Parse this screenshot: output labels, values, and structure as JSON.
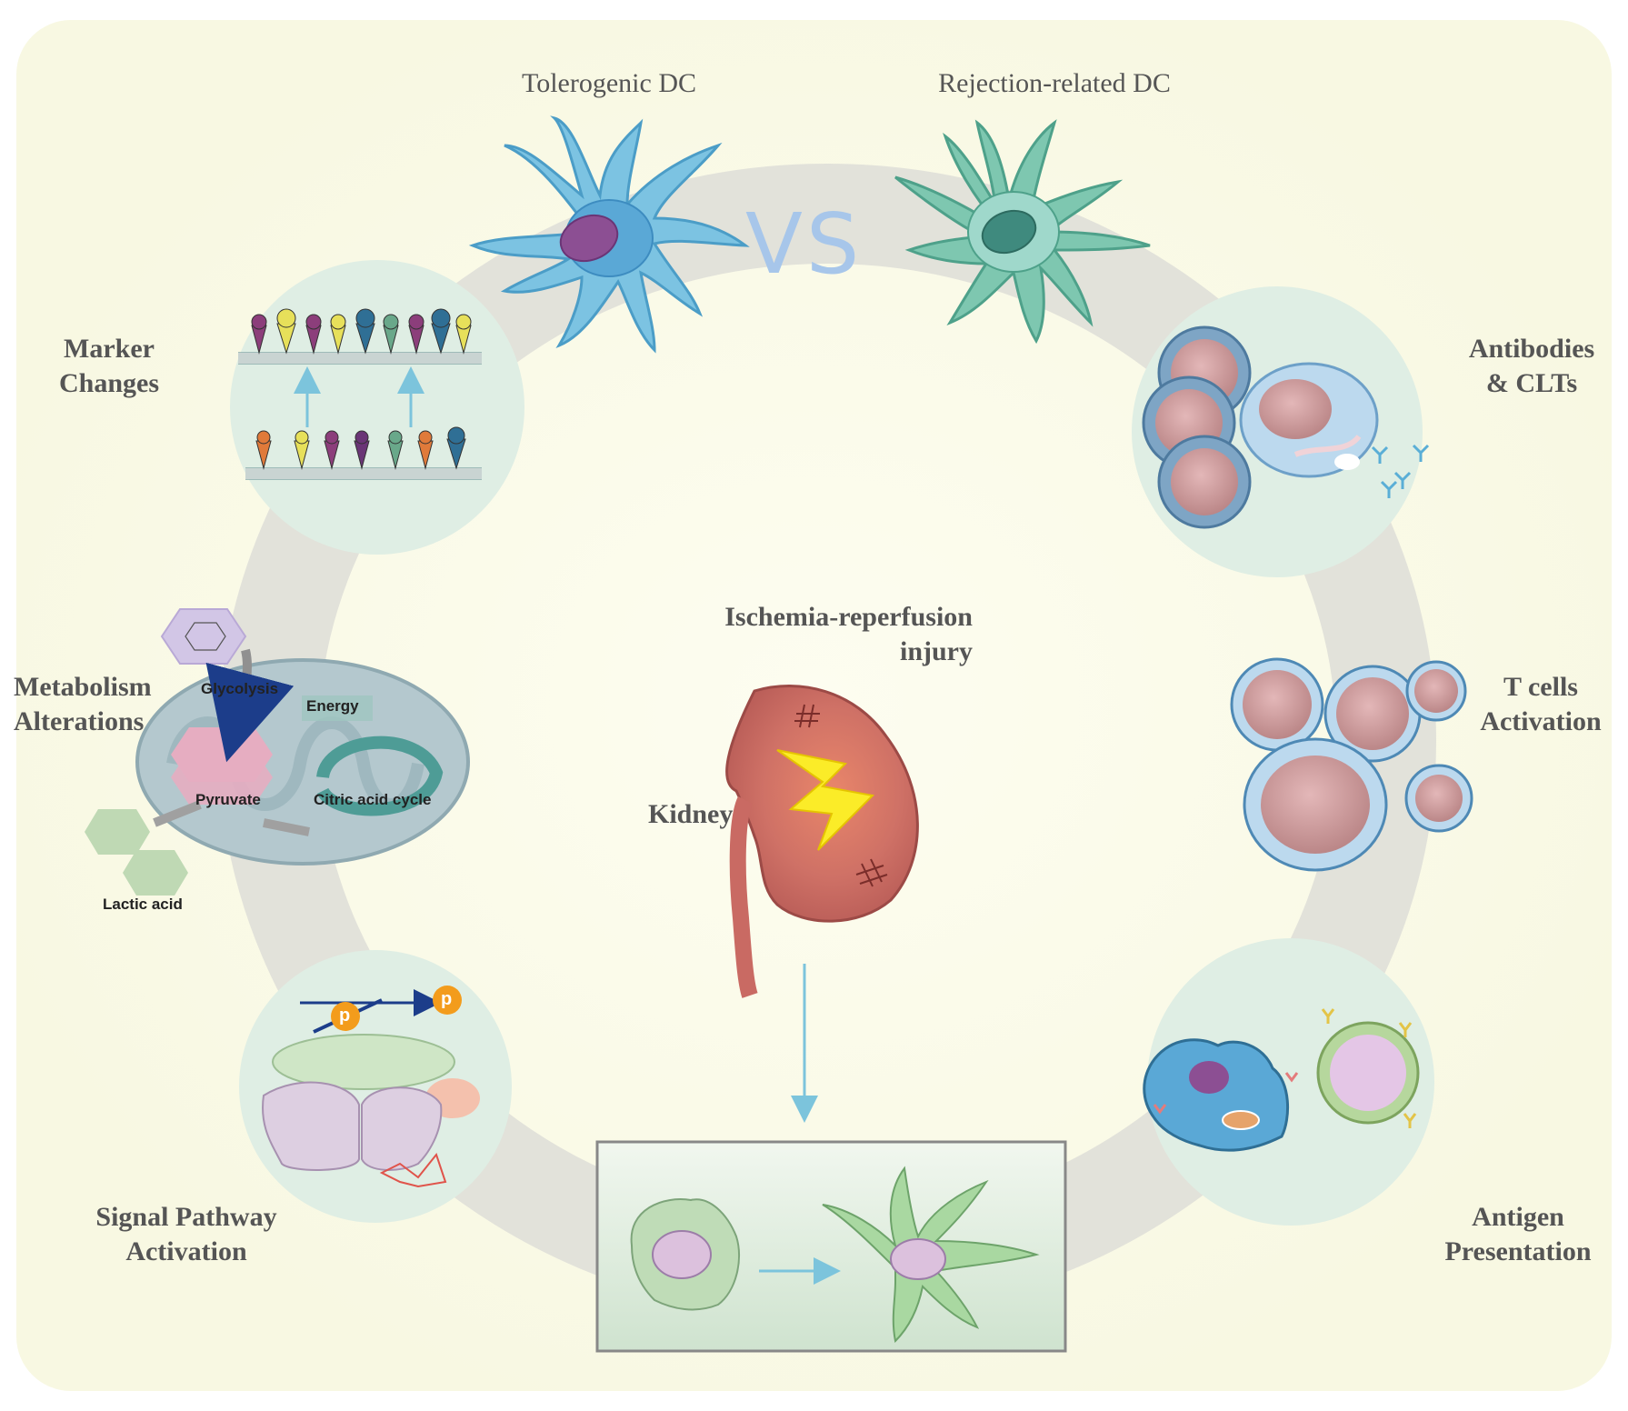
{
  "top": {
    "tolerogenic_dc": "Tolerogenic DC",
    "vs": "VS",
    "rejection_dc": "Rejection-related DC"
  },
  "left": {
    "marker_changes": [
      "Marker",
      "Changes"
    ],
    "metabolism": [
      "Metabolism",
      "Alterations"
    ],
    "signal_pathway": [
      "Signal Pathway",
      "Activation"
    ]
  },
  "right": {
    "antibodies": [
      "Antibodies",
      "& CLTs"
    ],
    "t_cells": [
      "T cells",
      "Activation"
    ],
    "antigen": [
      "Antigen",
      "Presentation"
    ]
  },
  "center": {
    "iri": [
      "Ischemia-reperfusion",
      "injury"
    ],
    "kidney": "Kidney"
  },
  "metabolism_detail": {
    "glycolysis": "Glycolysis",
    "energy": "Energy",
    "pyruvate": "Pyruvate",
    "citric_acid_cycle": "Citric acid cycle",
    "lactic_acid": "Lactic acid"
  },
  "signal_detail": {
    "phospho_label": "p"
  },
  "colors": {
    "background": "#fbfbe9",
    "ring": "#e3e3dc",
    "panel": "#deefe6",
    "dc_blue": "#72bde0",
    "dc_green": "#7ec7b0",
    "kidney": "#c96a63",
    "vs": "#a7c6ea",
    "arrow": "#7cc4dc"
  }
}
